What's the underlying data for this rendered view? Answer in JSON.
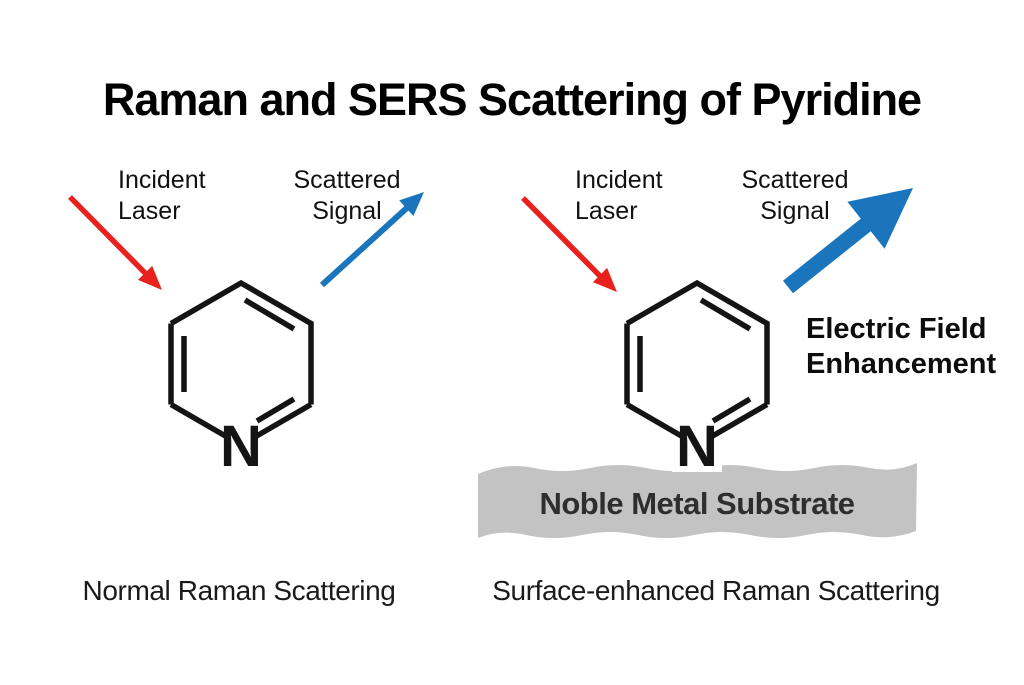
{
  "title": "Raman and SERS Scattering of Pyridine",
  "colors": {
    "laser_red": "#e8201e",
    "signal_blue": "#1b75bc",
    "substrate_gray": "#c3c3c3",
    "bond_black": "#141414",
    "atom_black": "#141414",
    "halo_white": "#ffffff"
  },
  "left": {
    "incident": {
      "line1": "Incident",
      "line2": "Laser"
    },
    "scattered": {
      "line1": "Scattered",
      "line2": "Signal"
    },
    "atom": "N",
    "caption": "Normal Raman Scattering"
  },
  "right": {
    "incident": {
      "line1": "Incident",
      "line2": "Laser"
    },
    "scattered": {
      "line1": "Scattered",
      "line2": "Signal"
    },
    "atom": "N",
    "enhancement": {
      "line1": "Electric Field",
      "line2": "Enhancement"
    },
    "substrate": "Noble Metal Substrate",
    "caption": "Surface-enhanced Raman Scattering"
  }
}
